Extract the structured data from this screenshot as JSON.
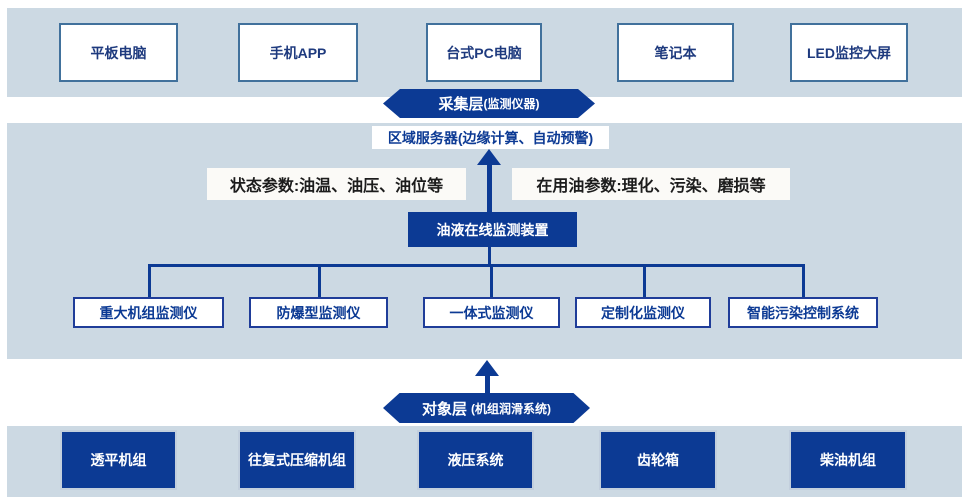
{
  "display_row": [
    "平板电脑",
    "手机APP",
    "台式PC电脑",
    "笔记本",
    "LED监控大屏"
  ],
  "collection_layer": {
    "title": "采集层",
    "subtitle": "(监测仪器)"
  },
  "server_box": "区域服务器(边缘计算、自动预警)",
  "param_labels": {
    "left": "状态参数:油温、油压、油位等",
    "right": "在用油参数:理化、污染、磨损等"
  },
  "monitor_device": "油液在线监测装置",
  "device_row": [
    "重大机组监测仪",
    "防爆型监测仪",
    "一体式监测仪",
    "定制化监测仪",
    "智能污染控制系统"
  ],
  "object_layer": {
    "title": "对象层",
    "subtitle": "(机组润滑系统)"
  },
  "object_row": [
    "透平机组",
    "往复式压缩机组",
    "液压系统",
    "齿轮箱",
    "柴油机组"
  ],
  "colors": {
    "band_background": "#ccd9e3",
    "dark_blue": "#0c3a94",
    "top_box_border": "#41719c",
    "top_box_text": "#1e3a7e",
    "device_box_border": "#1f3d99",
    "label_background": "#fbfaf7",
    "label_text": "#1c1c1c"
  }
}
